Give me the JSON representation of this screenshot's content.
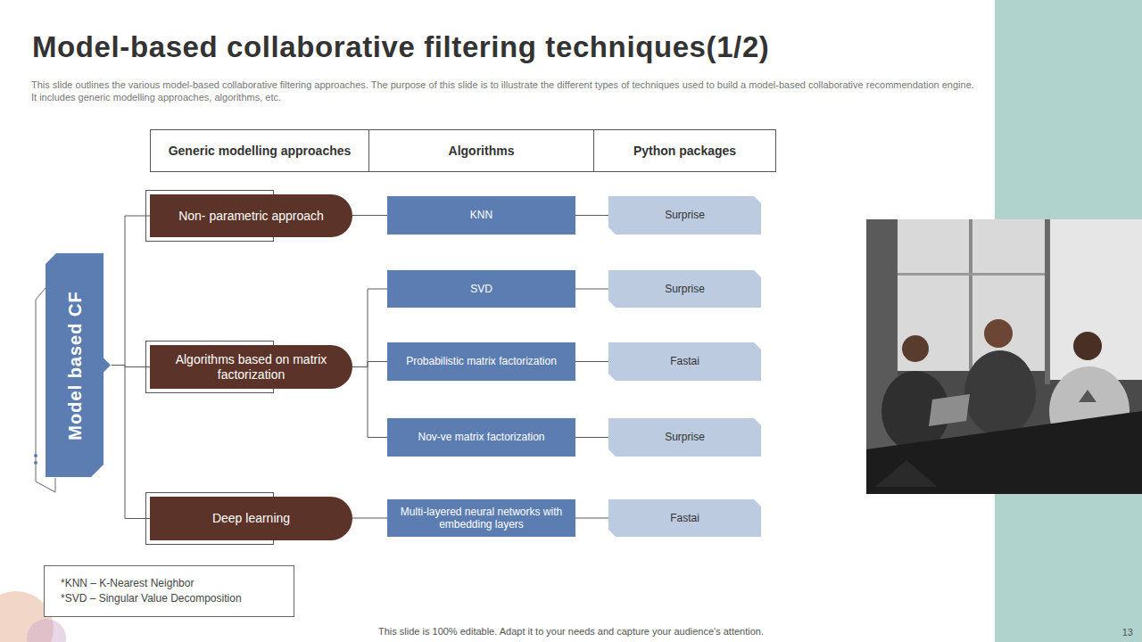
{
  "diagram": {
    "title": "Model-based collaborative filtering techniques(1/2)",
    "nodes": [
      {
        "text": [
          "Generic modelling approaches"
        ]
      },
      {
        "text": [
          "Algorithms"
        ]
      },
      {
        "text": [
          "Python packages"
        ]
      },
      {
        "text": [
          "Model based CF"
        ]
      },
      {
        "text": [
          "Non- parametric approach"
        ]
      },
      {
        "text": [
          "Algorithms based on matrix factorization"
        ]
      },
      {
        "text": [
          "Deep learning"
        ]
      },
      {
        "text": [
          "KNN"
        ]
      },
      {
        "text": [
          "SVD"
        ]
      },
      {
        "text": [
          "Probabilistic matrix factorization"
        ]
      },
      {
        "text": [
          "Nov-ve matrix factorization"
        ]
      },
      {
        "text": [
          "Multi-layered neural networks with embedding layers"
        ]
      },
      {
        "text": [
          "Surprise"
        ]
      },
      {
        "text": [
          "Surprise"
        ]
      },
      {
        "text": [
          "Fastai"
        ]
      },
      {
        "text": [
          "Surprise"
        ]
      },
      {
        "text": [
          "Fastai"
        ]
      },
      {
        "text": [
          "*KNN – K-Nearest Neighbor",
          "*SVD – Singular Value Decomposition"
        ]
      }
    ],
    "edges": [
      {
        "from": 3,
        "to": 4,
        "arrow": "none"
      },
      {
        "from": 3,
        "to": 5,
        "arrow": "none"
      },
      {
        "from": 3,
        "to": 6,
        "arrow": "none"
      },
      {
        "from": 4,
        "to": 7,
        "arrow": "none"
      },
      {
        "from": 5,
        "to": 8,
        "arrow": "none"
      },
      {
        "from": 5,
        "to": 9,
        "arrow": "none"
      },
      {
        "from": 5,
        "to": 10,
        "arrow": "none"
      },
      {
        "from": 6,
        "to": 11,
        "arrow": "none"
      },
      {
        "from": 7,
        "to": 12,
        "arrow": "none"
      },
      {
        "from": 8,
        "to": 13,
        "arrow": "none"
      },
      {
        "from": 9,
        "to": 14,
        "arrow": "none"
      },
      {
        "from": 10,
        "to": 15,
        "arrow": "none"
      },
      {
        "from": 11,
        "to": 16,
        "arrow": "none"
      }
    ],
    "labels": [
      "This slide outlines the various model-based collaborative filtering approaches. The purpose of this slide is to illustrate the different types of techniques used to build a model-based collaborative recommendation engine. It includes generic modelling approaches, algorithms, etc.",
      "This slide is 100% editable. Adapt it to your needs and capture your audience's attention.",
      "13"
    ]
  }
}
